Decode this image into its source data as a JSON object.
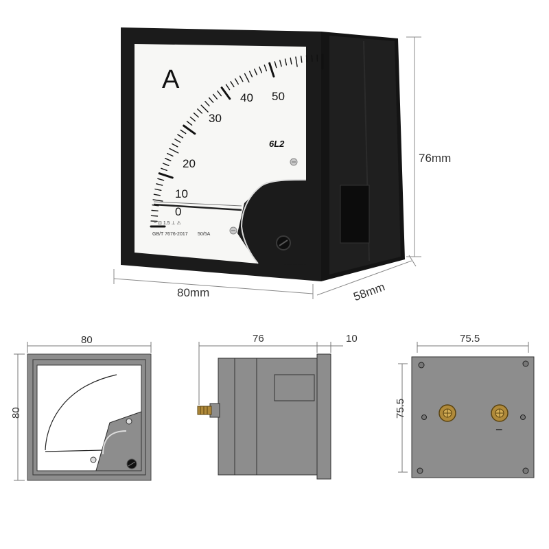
{
  "meter": {
    "unit_symbol": "A",
    "model": "6L2",
    "scale_labels": [
      "0",
      "10",
      "20",
      "30",
      "40",
      "50"
    ],
    "marking_line1": "~ ⊡ 1.5 ⊥ ⚠",
    "marking_standard": "GB/T 7676-2017",
    "marking_rating": "50/5A"
  },
  "dimensions": {
    "width": "80mm",
    "depth": "58mm",
    "height": "76mm"
  },
  "front_view": {
    "width": "80",
    "height": "80"
  },
  "side_view": {
    "body_depth": "76",
    "flange": "10"
  },
  "back_view": {
    "width": "75.5",
    "height": "75.5",
    "minus_sign": "−"
  },
  "colors": {
    "case_black": "#1b1b1b",
    "drawing_gray": "#8d8d8d",
    "dial_white": "#f7f7f5",
    "terminal_brass": "#b08a3a"
  }
}
